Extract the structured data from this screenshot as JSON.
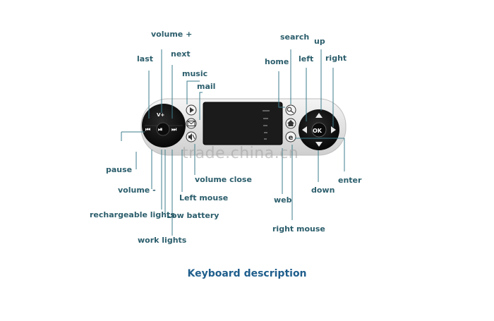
{
  "title": "Keyboard description",
  "watermark": "trade.china.cn",
  "colors": {
    "label": "#2c5e6c",
    "title": "#1f5e8c",
    "leader": "#3d7e8c",
    "device": "#111111"
  },
  "labels": {
    "volume_plus": "volume +",
    "last": "last",
    "next": "next",
    "music": "music",
    "mail": "mail",
    "search": "search",
    "up": "up",
    "home": "home",
    "left": "left",
    "right": "right",
    "pause": "pause",
    "volume_minus": "volume -",
    "rechargeable_lights": "rechargeable lights",
    "work_lights": "work lights",
    "low_battery": "Low battery",
    "left_mouse": "Left mouse",
    "volume_close": "volume close",
    "web": "web",
    "right_mouse": "right mouse",
    "down": "down",
    "enter": "enter"
  },
  "keys": {
    "volume_up": "V+",
    "ok": "OK",
    "prev": "⏮",
    "play": "⏯",
    "next": "⏭"
  },
  "icons": [
    "music-icon",
    "mail-icon",
    "mute-icon",
    "search-icon",
    "home-icon",
    "web-icon",
    "arrow-up-icon",
    "arrow-down-icon",
    "arrow-left-icon",
    "arrow-right-icon"
  ]
}
